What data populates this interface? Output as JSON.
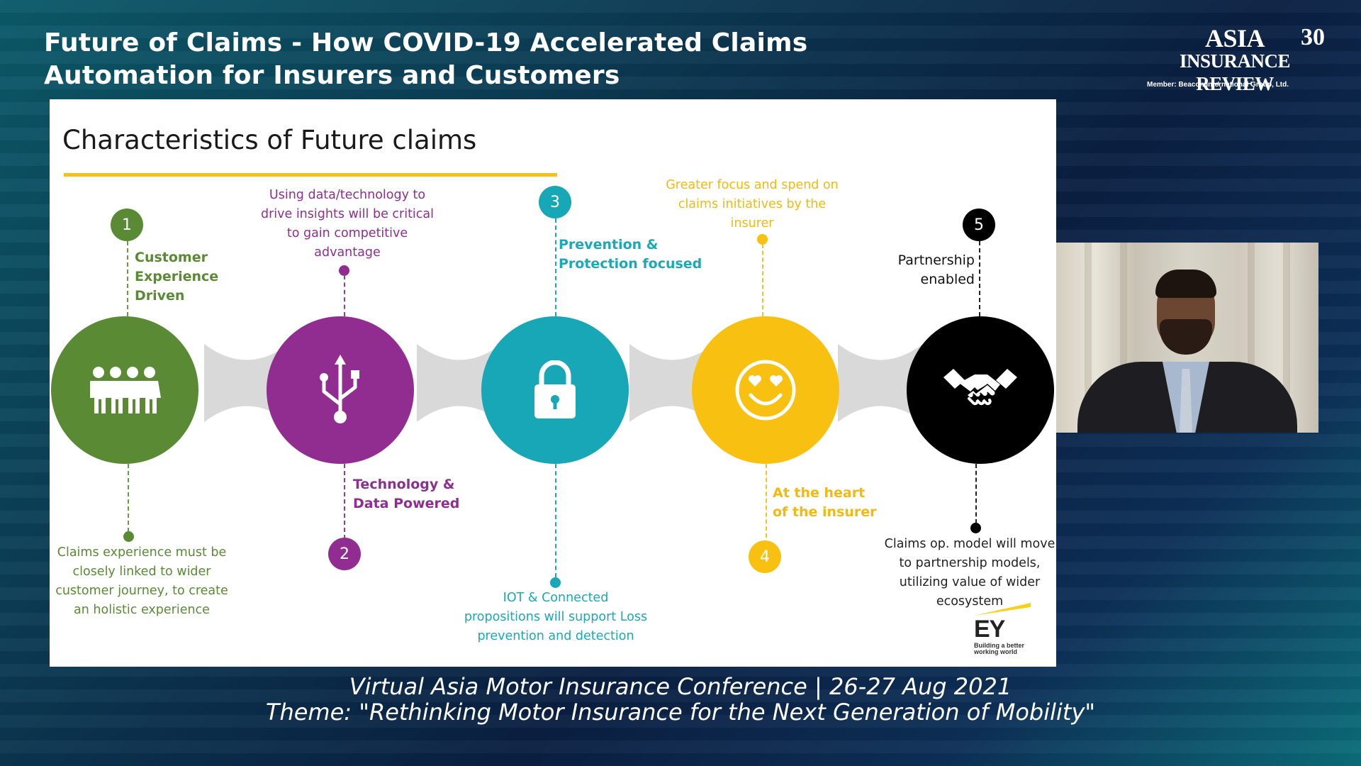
{
  "session_title_line1": "Future of Claims - How COVID-19 Accelerated Claims",
  "session_title_line2": "Automation for Insurers and Customers",
  "brand": {
    "name_line1": "ASIA",
    "name_line2": "INSURANCE REVIEW",
    "badge": "30",
    "member": "Member: Beacon International Group, Ltd."
  },
  "slide": {
    "title": "Characteristics of Future claims",
    "items": [
      {
        "number": "1",
        "label_lines": [
          "Customer",
          "Experience",
          "Driven"
        ],
        "description_lines": [
          "Claims experience must be",
          "closely linked to wider",
          "customer journey, to create",
          "an holistic experience"
        ],
        "icon": "people-group-icon",
        "color": "#5a8a34"
      },
      {
        "number": "2",
        "label_lines": [
          "Technology &",
          "Data Powered"
        ],
        "description_lines": [
          "Using data/technology to",
          "drive insights  will be critical",
          "to gain competitive",
          "advantage"
        ],
        "icon": "usb-icon",
        "color": "#912d91"
      },
      {
        "number": "3",
        "label_lines": [
          "Prevention &",
          "Protection focused"
        ],
        "description_lines": [
          "IOT & Connected",
          "propositions will support Loss",
          "prevention and detection"
        ],
        "icon": "padlock-icon",
        "color": "#17a7b7"
      },
      {
        "number": "4",
        "label_lines": [
          "At the heart",
          "of the insurer"
        ],
        "description_lines": [
          "Greater focus and spend on",
          "claims initiatives by the",
          "insurer"
        ],
        "icon": "heart-eyes-smiley-icon",
        "color": "#f8c112"
      },
      {
        "number": "5",
        "label_lines": [
          "Partnership",
          "enabled"
        ],
        "description_lines": [
          "Claims op. model will move",
          "to partnership models,",
          "utilizing value of wider",
          "ecosystem"
        ],
        "icon": "handshake-icon",
        "color": "#000000"
      }
    ],
    "ey_logo": "EY",
    "ey_tagline_line1": "Building a better",
    "ey_tagline_line2": "working world"
  },
  "footer": {
    "line1": "Virtual Asia Motor Insurance Conference  |  26-27 Aug 2021",
    "line2": "Theme: \"Rethinking Motor Insurance for the Next Generation of Mobility\""
  }
}
